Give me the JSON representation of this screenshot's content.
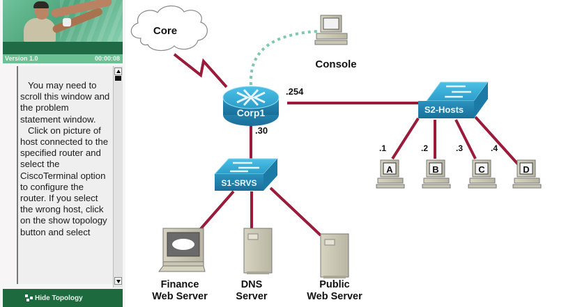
{
  "sidebar": {
    "version_label": "Version 1.0",
    "timer": "00:00:08",
    "problem_paragraphs": [
      "You may need to scroll this window and the problem statement window.",
      "Click on picture of host connected to the specified router and select the CiscoTerminal option to configure the router. If you select the wrong host, click on the show topology button and select"
    ],
    "hide_topology_label": "Hide Topology"
  },
  "topology": {
    "link_color": "#9b1b3a",
    "console_link_color": "#7fc8b0",
    "device_color": "#2a9cc8",
    "cloud": {
      "label": "Core"
    },
    "console": {
      "label": "Console"
    },
    "router": {
      "label": "Corp1",
      "ip_to_s2": ".254",
      "ip_to_s1": ".30"
    },
    "switch_hosts": {
      "label": "S2-Hosts"
    },
    "switch_servers": {
      "label": "S1-SRVS"
    },
    "hosts": [
      {
        "label": "A",
        "ip": ".1"
      },
      {
        "label": "B",
        "ip": ".2"
      },
      {
        "label": "C",
        "ip": ".3"
      },
      {
        "label": "D",
        "ip": ".4"
      }
    ],
    "servers": [
      {
        "label_line1": "Finance",
        "label_line2": "Web Server"
      },
      {
        "label_line1": "DNS",
        "label_line2": "Server"
      },
      {
        "label_line1": "Public",
        "label_line2": "Web Server"
      }
    ]
  }
}
